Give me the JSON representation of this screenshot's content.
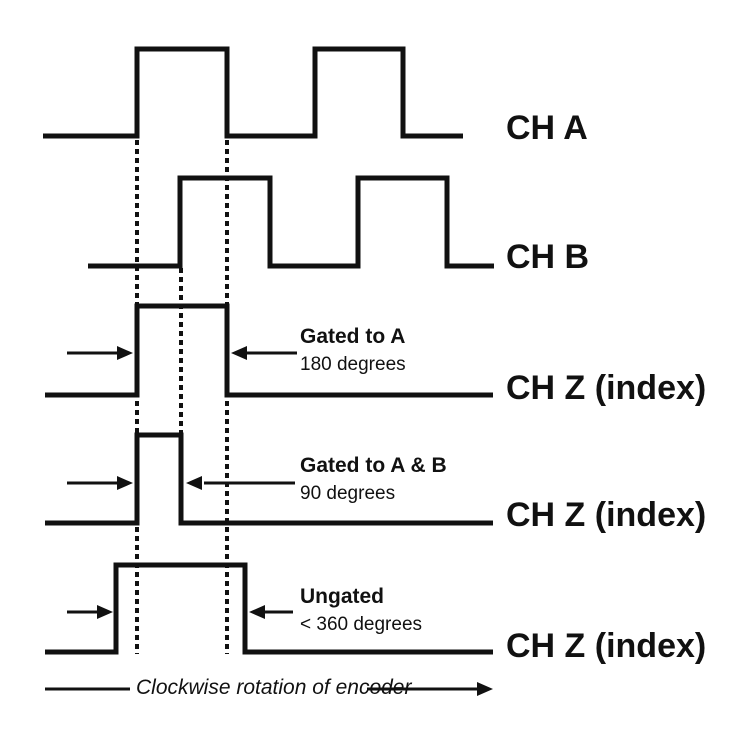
{
  "signals": [
    {
      "label": "CH A"
    },
    {
      "label": "CH B"
    },
    {
      "label": "CH Z (index)",
      "annotation": {
        "title": "Gated to A",
        "subtitle": "180 degrees"
      }
    },
    {
      "label": "CH Z (index)",
      "annotation": {
        "title": "Gated to A & B",
        "subtitle": "90 degrees"
      }
    },
    {
      "label": "CH Z (index)",
      "annotation": {
        "title": "Ungated",
        "subtitle": "< 360 degrees"
      }
    }
  ],
  "footer": {
    "caption": "Clockwise rotation of encoder"
  },
  "colors": {
    "line": "#111111",
    "background": "#ffffff"
  }
}
